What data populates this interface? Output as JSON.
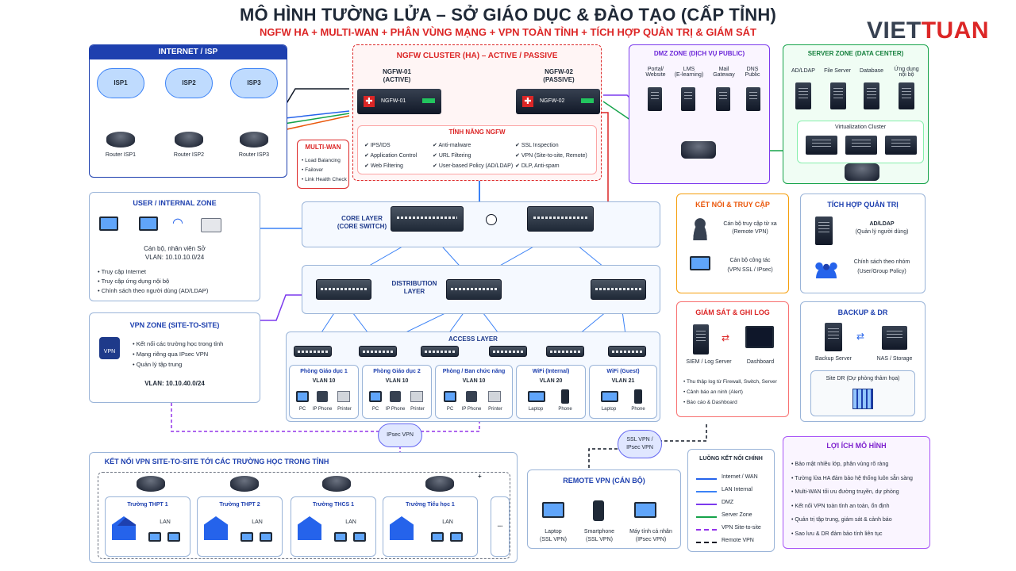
{
  "header": {
    "title": "MÔ HÌNH TƯỜNG LỬA – SỞ GIÁO DỤC & ĐÀO TẠO (CẤP TỈNH)",
    "subtitle": "NGFW HA + MULTI-WAN + PHÂN VÙNG MẠNG + VPN TOÀN TỈNH + TÍCH HỢP QUẢN TRỊ & GIÁM SÁT",
    "logo_a": "VIET",
    "logo_b": "TUAN"
  },
  "internet": {
    "title": "INTERNET / ISP",
    "isps": [
      "ISP1",
      "ISP2",
      "ISP3"
    ],
    "routers": [
      "Router ISP1",
      "Router ISP2",
      "Router ISP3"
    ]
  },
  "multiwan": {
    "title": "MULTI-WAN",
    "items": [
      "Load Balancing",
      "Failover",
      "Link Health Check"
    ]
  },
  "ngfw": {
    "title": "NGFW CLUSTER (HA) – ACTIVE / PASSIVE",
    "fw1": "NGFW-01",
    "fw1_role": "(ACTIVE)",
    "fw1_box": "NGFW-01",
    "fw2": "NGFW-02",
    "fw2_role": "(PASSIVE)",
    "fw2_box": "NGFW-02",
    "features_title": "TÍNH NĂNG NGFW",
    "features": [
      [
        "IPS/IDS",
        "Anti-malware",
        "SSL Inspection"
      ],
      [
        "Application Control",
        "URL Filtering",
        "VPN (Site-to-site, Remote)"
      ],
      [
        "Web Filtering",
        "User-based Policy (AD/LDAP)",
        "DLP, Anti-spam"
      ]
    ]
  },
  "dmz": {
    "title": "DMZ ZONE (DỊCH VỤ PUBLIC)",
    "items": [
      {
        "a": "Portal/",
        "b": "Website"
      },
      {
        "a": "LMS",
        "b": "(E-learning)"
      },
      {
        "a": "Mail",
        "b": "Gateway"
      },
      {
        "a": "DNS",
        "b": "Public"
      }
    ]
  },
  "server_zone": {
    "title": "SERVER ZONE (DATA CENTER)",
    "items": [
      {
        "a": "AD/LDAP",
        "b": ""
      },
      {
        "a": "File Server",
        "b": ""
      },
      {
        "a": "Database",
        "b": ""
      },
      {
        "a": "Ứng dụng",
        "b": "nội bộ"
      }
    ],
    "virt": "Virtualization Cluster"
  },
  "user_zone": {
    "title": "USER / INTERNAL ZONE",
    "desc1": "Cán bộ, nhân viên Sở",
    "desc2": "VLAN: 10.10.10.0/24",
    "items": [
      "Truy cập Internet",
      "Truy cập ứng dụng nội bộ",
      "Chính sách theo người dùng (AD/LDAP)"
    ]
  },
  "core": {
    "label1": "CORE LAYER",
    "label2": "(CORE SWITCH)"
  },
  "dist": {
    "label1": "DISTRIBUTION",
    "label2": "LAYER"
  },
  "access": {
    "label": "ACCESS LAYER",
    "groups": [
      {
        "name": "Phòng Giáo dục 1",
        "vlan": "VLAN 10",
        "devs": [
          "PC",
          "IP Phone",
          "Printer"
        ]
      },
      {
        "name": "Phòng Giáo dục 2",
        "vlan": "VLAN 10",
        "devs": [
          "PC",
          "IP Phone",
          "Printer"
        ]
      },
      {
        "name": "Phòng / Ban chức năng",
        "vlan": "VLAN 10",
        "devs": [
          "PC",
          "IP Phone",
          "Printer"
        ]
      },
      {
        "name": "WiFi (Internal)",
        "vlan": "VLAN 20",
        "devs": [
          "Laptop",
          "Phone"
        ]
      },
      {
        "name": "WiFi (Guest)",
        "vlan": "VLAN 21",
        "devs": [
          "Laptop",
          "Phone"
        ]
      }
    ]
  },
  "vpn_zone": {
    "title": "VPN ZONE (SITE-TO-SITE)",
    "items": [
      "Kết nối các trường học trong tỉnh",
      "Mạng riêng qua IPsec VPN",
      "Quản lý tập trung"
    ],
    "vlan": "VLAN: 10.10.40.0/24",
    "badge": "VPN"
  },
  "access_conn": {
    "title": "KẾT NỐI & TRUY CẬP",
    "r1a": "Cán bộ truy cập từ xa",
    "r1b": "(Remote VPN)",
    "r2a": "Cán bộ công tác",
    "r2b": "(VPN SSL / IPsec)"
  },
  "mgmt": {
    "title": "TÍCH HỢP QUẢN TRỊ",
    "r1a": "AD/LDAP",
    "r1b": "(Quản lý người dùng)",
    "r2a": "Chính sách theo nhóm",
    "r2b": "(User/Group Policy)"
  },
  "log": {
    "title": "GIÁM SÁT & GHI LOG",
    "siem": "SIEM / Log Server",
    "dash": "Dashboard",
    "items": [
      "Thu thập log từ Firewall, Switch, Server",
      "Cảnh báo an ninh (Alert)",
      "Báo cáo & Dashboard"
    ]
  },
  "backup": {
    "title": "BACKUP & DR",
    "bk": "Backup Server",
    "nas": "NAS / Storage",
    "dr": "Site DR (Dự phòng thảm họa)"
  },
  "ipsec_cloud": "IPsec VPN",
  "ssl_cloud": {
    "a": "SSL VPN /",
    "b": "IPsec VPN"
  },
  "schools": {
    "title": "KẾT NỐI VPN SITE-TO-SITE TỚI CÁC TRƯỜNG HỌC TRONG TỈNH",
    "items": [
      "Trường THPT 1",
      "Trường THPT 2",
      "Trường THCS 1",
      "Trường Tiểu học 1"
    ],
    "lan": "LAN",
    "more": "...",
    "plus": "+"
  },
  "remote": {
    "title": "REMOTE VPN (CÁN BỘ)",
    "items": [
      {
        "a": "Laptop",
        "b": "(SSL VPN)"
      },
      {
        "a": "Smartphone",
        "b": "(SSL VPN)"
      },
      {
        "a": "Máy tính cá nhân",
        "b": "(IPsec VPN)"
      }
    ]
  },
  "legend": {
    "title": "LUỒNG KẾT NỐI CHÍNH",
    "items": [
      {
        "label": "Internet / WAN",
        "color": "#2563eb",
        "style": "solid"
      },
      {
        "label": "LAN Internal",
        "color": "#3b82f6",
        "style": "solid"
      },
      {
        "label": "DMZ",
        "color": "#7c3aed",
        "style": "solid"
      },
      {
        "label": "Server Zone",
        "color": "#16a34a",
        "style": "solid"
      },
      {
        "label": "VPN Site-to-site",
        "color": "#9333ea",
        "style": "dashed"
      },
      {
        "label": "Remote VPN",
        "color": "#111827",
        "style": "dashed"
      }
    ]
  },
  "benefits": {
    "title": "LỢI ÍCH MÔ HÌNH",
    "items": [
      "Bảo mật nhiều lớp, phân vùng rõ ràng",
      "Tường lửa HA đảm bảo hệ thống luôn sẵn sàng",
      "Multi-WAN tối ưu đường truyền, dự phòng",
      "Kết nối VPN toàn tỉnh an toàn, ổn định",
      "Quản trị tập trung, giám sát & cảnh báo",
      "Sao lưu & DR đảm bảo tính liên tục"
    ]
  },
  "colors": {
    "wan": "#2563eb",
    "lan": "#3b82f6",
    "dmz": "#7c3aed",
    "server": "#16a34a",
    "vpn": "#9333ea",
    "red": "#dc2626"
  }
}
